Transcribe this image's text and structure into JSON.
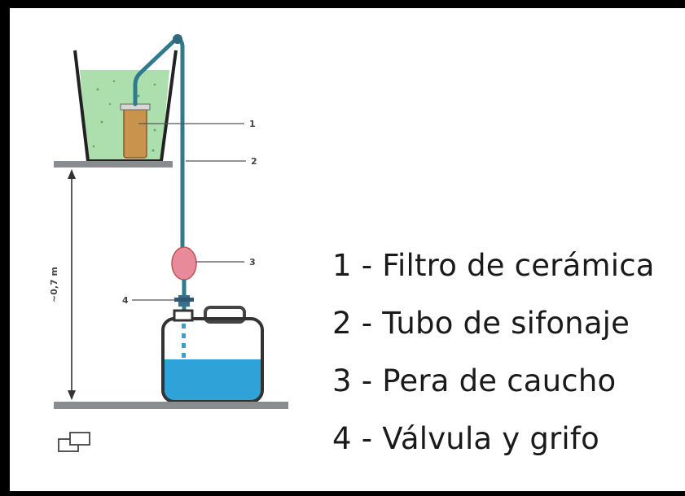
{
  "diagram": {
    "callouts": [
      "1",
      "2",
      "3",
      "4"
    ],
    "height_label": "~0,7 m"
  },
  "legend": [
    "1 - Filtro de cerámica",
    "2 - Tubo de sifonaje",
    "3 - Pera de caucho",
    "4 - Válvula y grifo"
  ],
  "colors": {
    "water": "#2fa3d8",
    "ceramic_filter": "#c9934e",
    "rubber_bulb": "#e88a9a",
    "siphon_tube": "#2f7a8c",
    "shelf": "#8a8d8f",
    "dirty_water": "#9fd8a0"
  },
  "icons": [
    "expand-icon"
  ]
}
